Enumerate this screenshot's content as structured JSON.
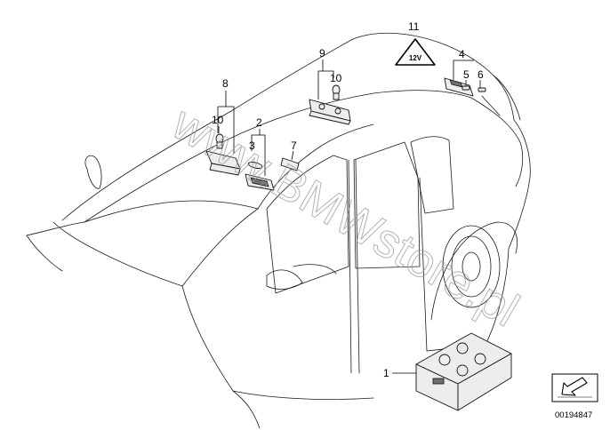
{
  "callouts": {
    "c1": "1",
    "c2": "2",
    "c3": "3",
    "c4": "4",
    "c5": "5",
    "c6": "6",
    "c7": "7",
    "c8": "8",
    "c9": "9",
    "c10a": "10",
    "c10b": "10",
    "c11": "11"
  },
  "watermark": "www.BMWstore.pl",
  "warning_symbol": "12V",
  "doc_id": "00194847",
  "icons": {
    "navigation": "arrow-icon",
    "warning": "warning-triangle-icon"
  }
}
